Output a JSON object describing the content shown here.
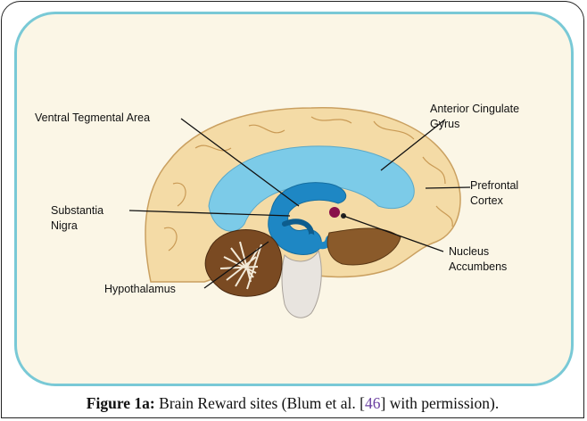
{
  "labels": {
    "vta": "Ventral Tegmental Area",
    "acc": "Anterior Cingulate\nGyrus",
    "pfc": "Prefrontal\nCortex",
    "sn": "Substantia\nNigra",
    "nacc": "Nucleus\nAccumbens",
    "hypo": "Hypothalamus"
  },
  "caption": {
    "label": "Figure 1a:",
    "text_before": " Brain Reward sites (Blum et al. [",
    "ref": "46",
    "text_after": "] with permission)."
  },
  "colors": {
    "panel_bg": "#fbf6e6",
    "panel_border": "#79c9d6",
    "cortex": "#f4dba6",
    "limbic_blue": "#7ccbe8",
    "ventricle_blue": "#1e87c4",
    "cerebellum": "#7a4a22",
    "brainstem": "#e8e4df",
    "accumbens": "#8a0f4a",
    "caption_ref": "#6a3fa0"
  }
}
